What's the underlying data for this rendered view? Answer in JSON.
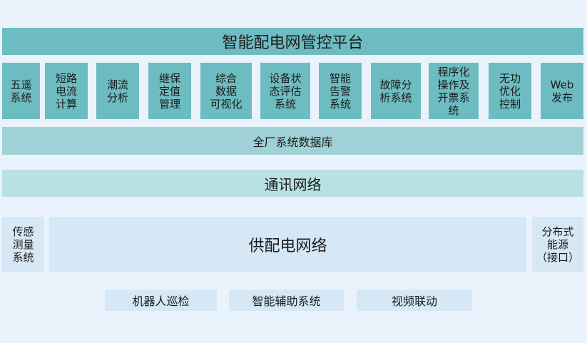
{
  "platform": "智能配电网管控平台",
  "modules": [
    "五遥\n系统",
    "短路\n电流\n计算",
    "潮流\n分析",
    "继保\n定值\n管理",
    "综合\n数据\n可视化",
    "设备状\n态评估\n系统",
    "智能\n告警\n系统",
    "故障分\n析系统",
    "程序化\n操作及\n开票系\n统",
    "无功\n优化\n控制",
    "Web\n发布"
  ],
  "database": "全厂系统数据库",
  "communication": "通讯网络",
  "left_system": "传感\n测量\n系统",
  "grid": "供配电网络",
  "right_system": "分布式\n能源\n（接口）",
  "applications": [
    "机器人巡检",
    "智能辅助系统",
    "视频联动"
  ]
}
